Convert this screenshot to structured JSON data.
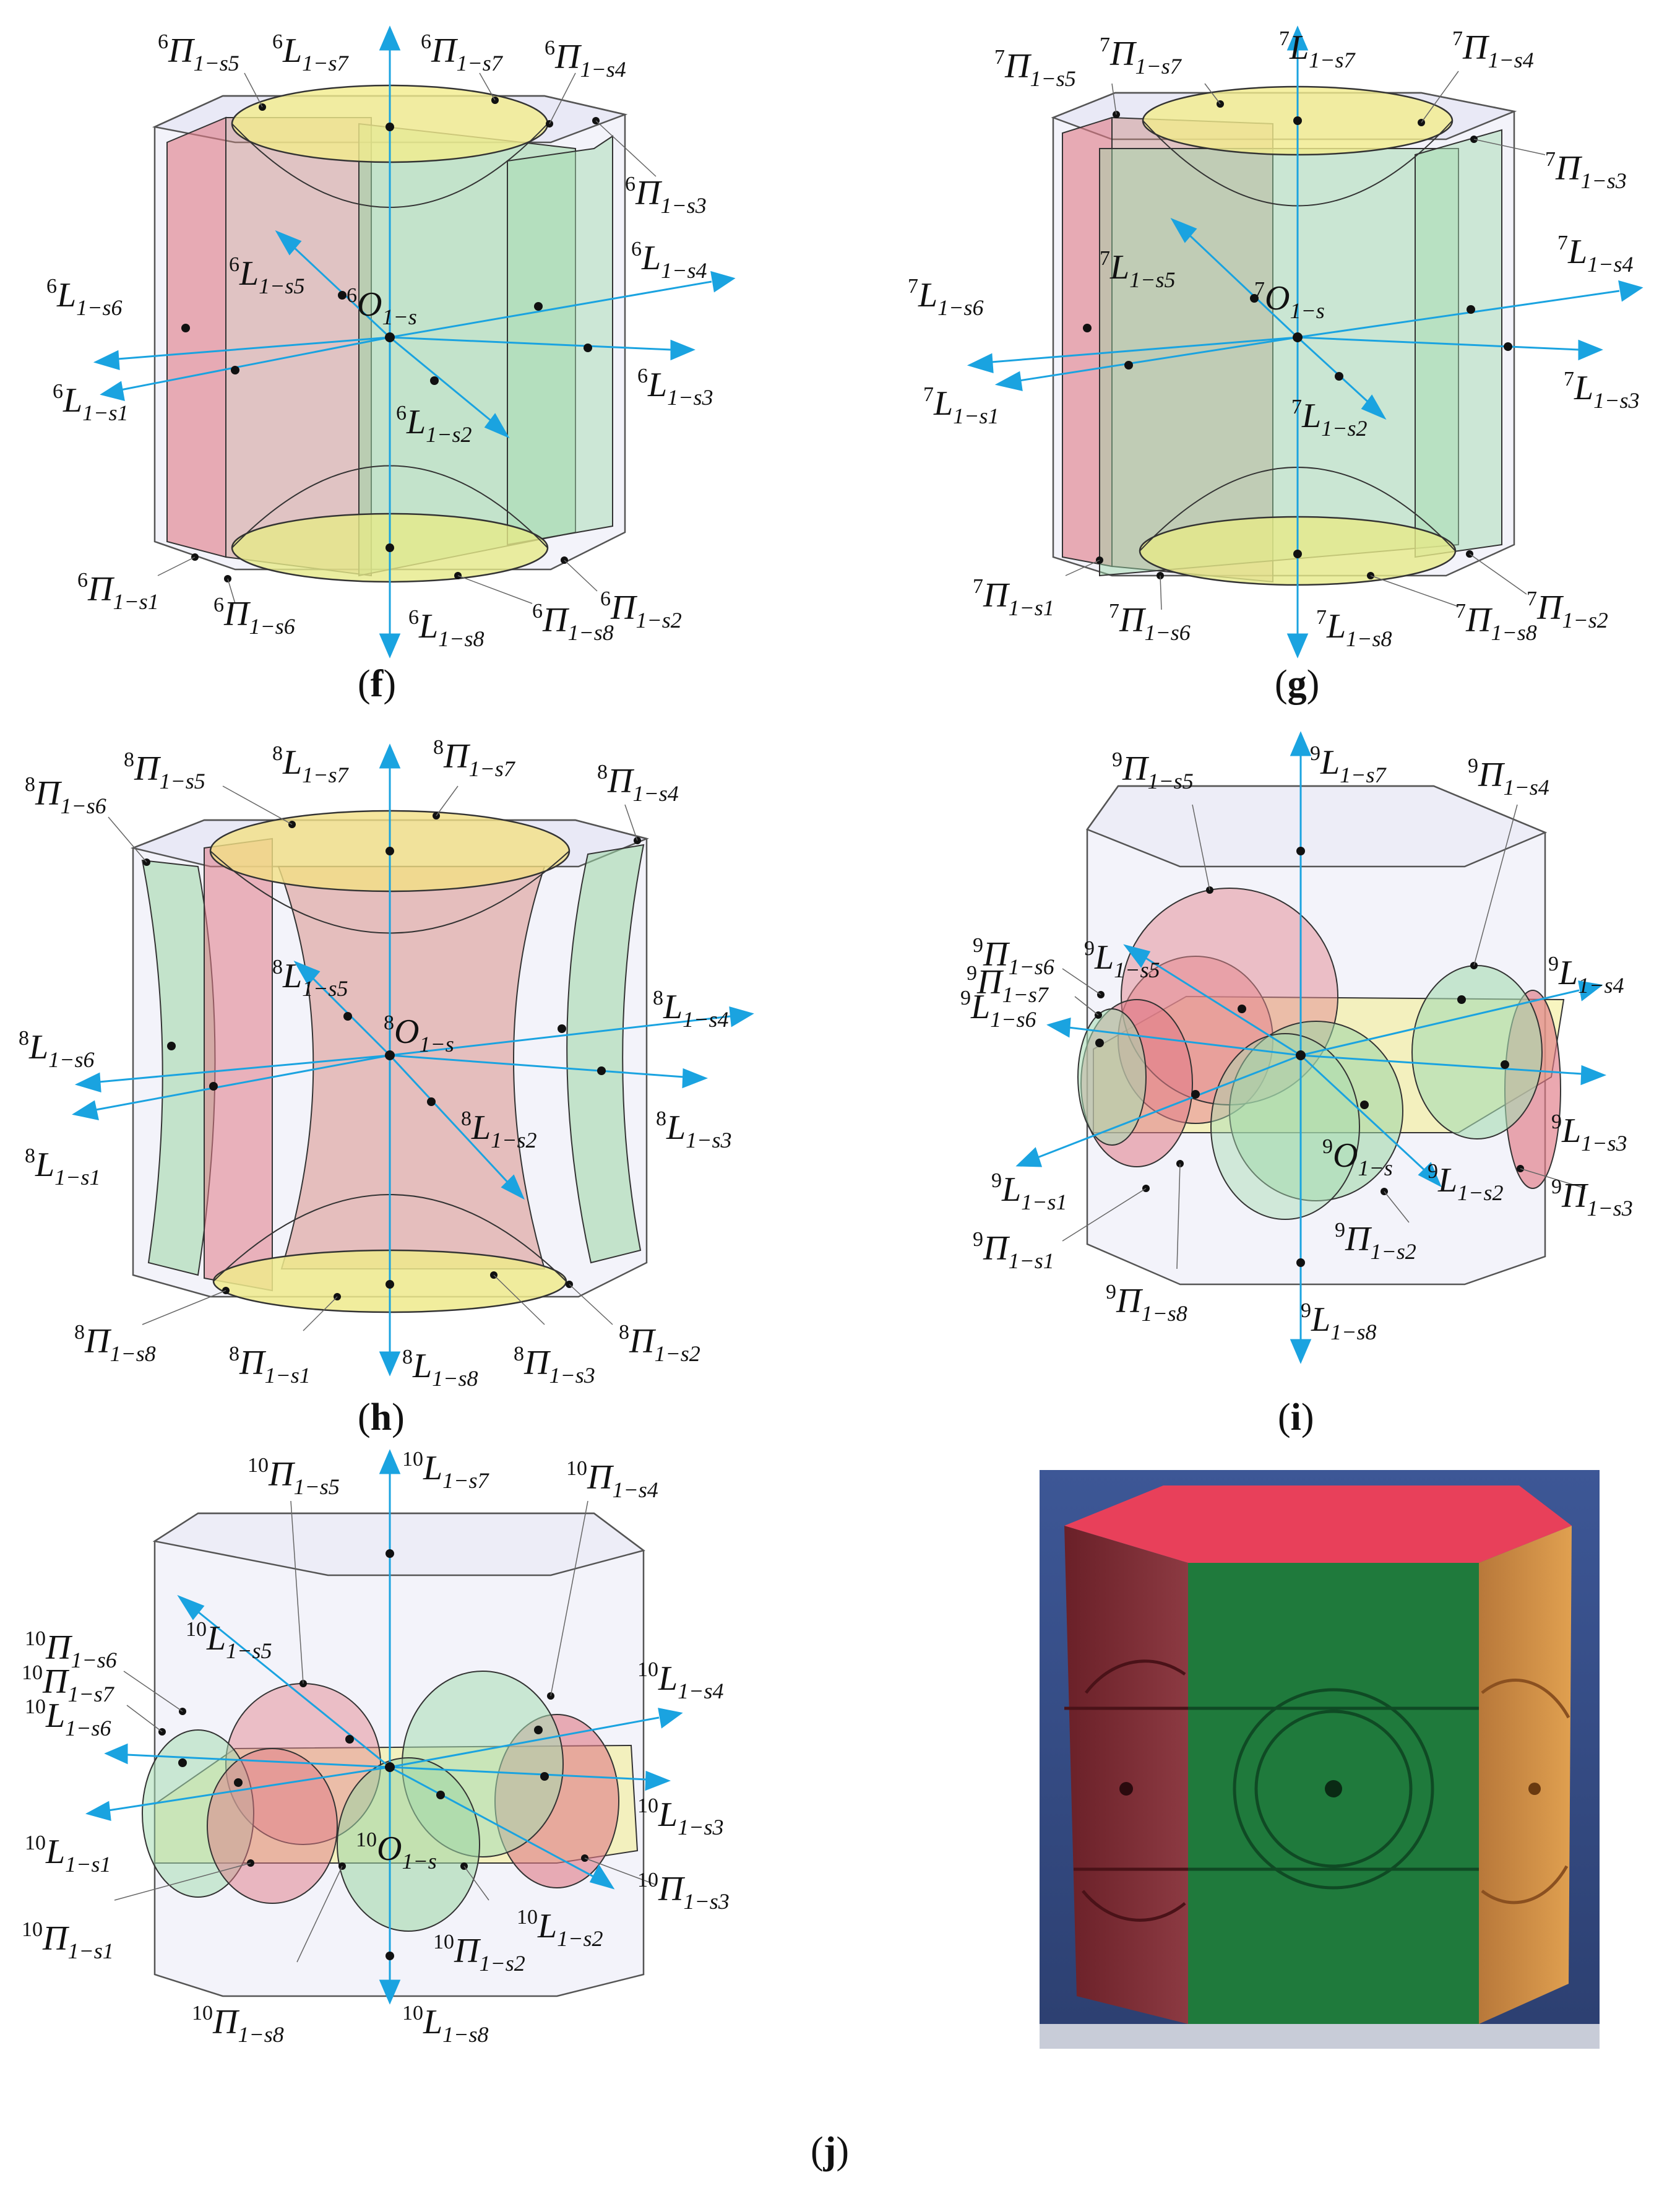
{
  "panels": [
    {
      "id": "f",
      "caption": "f",
      "labels": [
        {
          "pre": "6",
          "m": "Π",
          "s": "1−s5"
        },
        {
          "pre": "6",
          "m": "L",
          "s": "1−s7"
        },
        {
          "pre": "6",
          "m": "Π",
          "s": "1−s7"
        },
        {
          "pre": "6",
          "m": "Π",
          "s": "1−s4"
        },
        {
          "pre": "6",
          "m": "Π",
          "s": "1−s3"
        },
        {
          "pre": "6",
          "m": "L",
          "s": "1−s5"
        },
        {
          "pre": "6",
          "m": "O",
          "s": "1−s"
        },
        {
          "pre": "6",
          "m": "L",
          "s": "1−s4"
        },
        {
          "pre": "6",
          "m": "L",
          "s": "1−s6"
        },
        {
          "pre": "6",
          "m": "L",
          "s": "1−s1"
        },
        {
          "pre": "6",
          "m": "L",
          "s": "1−s2"
        },
        {
          "pre": "6",
          "m": "L",
          "s": "1−s3"
        },
        {
          "pre": "6",
          "m": "Π",
          "s": "1−s1"
        },
        {
          "pre": "6",
          "m": "Π",
          "s": "1−s6"
        },
        {
          "pre": "6",
          "m": "L",
          "s": "1−s8"
        },
        {
          "pre": "6",
          "m": "Π",
          "s": "1−s8"
        },
        {
          "pre": "6",
          "m": "Π",
          "s": "1−s2"
        }
      ]
    },
    {
      "id": "g",
      "caption": "g",
      "labels": [
        {
          "pre": "7",
          "m": "Π",
          "s": "1−s5"
        },
        {
          "pre": "7",
          "m": "Π",
          "s": "1−s7"
        },
        {
          "pre": "7",
          "m": "L",
          "s": "1−s7"
        },
        {
          "pre": "7",
          "m": "Π",
          "s": "1−s4"
        },
        {
          "pre": "7",
          "m": "Π",
          "s": "1−s3"
        },
        {
          "pre": "7",
          "m": "L",
          "s": "1−s5"
        },
        {
          "pre": "7",
          "m": "O",
          "s": "1−s"
        },
        {
          "pre": "7",
          "m": "L",
          "s": "1−s4"
        },
        {
          "pre": "7",
          "m": "L",
          "s": "1−s6"
        },
        {
          "pre": "7",
          "m": "L",
          "s": "1−s1"
        },
        {
          "pre": "7",
          "m": "L",
          "s": "1−s2"
        },
        {
          "pre": "7",
          "m": "L",
          "s": "1−s3"
        },
        {
          "pre": "7",
          "m": "Π",
          "s": "1−s1"
        },
        {
          "pre": "7",
          "m": "Π",
          "s": "1−s6"
        },
        {
          "pre": "7",
          "m": "L",
          "s": "1−s8"
        },
        {
          "pre": "7",
          "m": "Π",
          "s": "1−s8"
        },
        {
          "pre": "7",
          "m": "Π",
          "s": "1−s2"
        }
      ]
    },
    {
      "id": "h",
      "caption": "h",
      "labels": [
        {
          "pre": "8",
          "m": "Π",
          "s": "1−s5"
        },
        {
          "pre": "8",
          "m": "L",
          "s": "1−s7"
        },
        {
          "pre": "8",
          "m": "Π",
          "s": "1−s7"
        },
        {
          "pre": "8",
          "m": "Π",
          "s": "1−s6"
        },
        {
          "pre": "8",
          "m": "Π",
          "s": "1−s4"
        },
        {
          "pre": "8",
          "m": "L",
          "s": "1−s5"
        },
        {
          "pre": "8",
          "m": "O",
          "s": "1−s"
        },
        {
          "pre": "8",
          "m": "L",
          "s": "1−s4"
        },
        {
          "pre": "8",
          "m": "L",
          "s": "1−s6"
        },
        {
          "pre": "8",
          "m": "L",
          "s": "1−s1"
        },
        {
          "pre": "8",
          "m": "L",
          "s": "1−s2"
        },
        {
          "pre": "8",
          "m": "L",
          "s": "1−s3"
        },
        {
          "pre": "8",
          "m": "Π",
          "s": "1−s8"
        },
        {
          "pre": "8",
          "m": "Π",
          "s": "1−s1"
        },
        {
          "pre": "8",
          "m": "L",
          "s": "1−s8"
        },
        {
          "pre": "8",
          "m": "Π",
          "s": "1−s3"
        },
        {
          "pre": "8",
          "m": "Π",
          "s": "1−s2"
        }
      ]
    },
    {
      "id": "i",
      "caption": "i",
      "labels": [
        {
          "pre": "9",
          "m": "Π",
          "s": "1−s5"
        },
        {
          "pre": "9",
          "m": "L",
          "s": "1−s7"
        },
        {
          "pre": "9",
          "m": "Π",
          "s": "1−s4"
        },
        {
          "pre": "9",
          "m": "Π",
          "s": "1−s6"
        },
        {
          "pre": "9",
          "m": "L",
          "s": "1−s5"
        },
        {
          "pre": "9",
          "m": "Π",
          "s": "1−s7"
        },
        {
          "pre": "9",
          "m": "L",
          "s": "1−s4"
        },
        {
          "pre": "9",
          "m": "L",
          "s": "1−s6"
        },
        {
          "pre": "9",
          "m": "L",
          "s": "1−s3"
        },
        {
          "pre": "9",
          "m": "O",
          "s": "1−s"
        },
        {
          "pre": "9",
          "m": "L",
          "s": "1−s1"
        },
        {
          "pre": "9",
          "m": "L",
          "s": "1−s2"
        },
        {
          "pre": "9",
          "m": "Π",
          "s": "1−s3"
        },
        {
          "pre": "9",
          "m": "Π",
          "s": "1−s1"
        },
        {
          "pre": "9",
          "m": "Π",
          "s": "1−s2"
        },
        {
          "pre": "9",
          "m": "Π",
          "s": "1−s8"
        },
        {
          "pre": "9",
          "m": "L",
          "s": "1−s8"
        }
      ]
    },
    {
      "id": "j",
      "caption": "j",
      "labels": [
        {
          "pre": "10",
          "m": "Π",
          "s": "1−s5"
        },
        {
          "pre": "10",
          "m": "L",
          "s": "1−s7"
        },
        {
          "pre": "10",
          "m": "Π",
          "s": "1−s4"
        },
        {
          "pre": "10",
          "m": "Π",
          "s": "1−s6"
        },
        {
          "pre": "10",
          "m": "L",
          "s": "1−s5"
        },
        {
          "pre": "10",
          "m": "Π",
          "s": "1−s7"
        },
        {
          "pre": "10",
          "m": "L",
          "s": "1−s4"
        },
        {
          "pre": "10",
          "m": "L",
          "s": "1−s6"
        },
        {
          "pre": "10",
          "m": "L",
          "s": "1−s3"
        },
        {
          "pre": "10",
          "m": "L",
          "s": "1−s1"
        },
        {
          "pre": "10",
          "m": "O",
          "s": "1−s"
        },
        {
          "pre": "10",
          "m": "Π",
          "s": "1−s3"
        },
        {
          "pre": "10",
          "m": "L",
          "s": "1−s2"
        },
        {
          "pre": "10",
          "m": "Π",
          "s": "1−s1"
        },
        {
          "pre": "10",
          "m": "Π",
          "s": "1−s2"
        },
        {
          "pre": "10",
          "m": "Π",
          "s": "1−s8"
        },
        {
          "pre": "10",
          "m": "L",
          "s": "1−s8"
        }
      ]
    }
  ],
  "colors": {
    "axis": "#1aa3e0",
    "red": "#e0707a",
    "green": "#8fd69a",
    "yellow": "#f2f08a",
    "frame": "#c9c9df",
    "photo_top": "#e8405a",
    "photo_green": "#1d7a3a",
    "photo_red": "#8c2a35",
    "photo_orange": "#d98a3a",
    "photo_bg": "#3a4f8a"
  }
}
